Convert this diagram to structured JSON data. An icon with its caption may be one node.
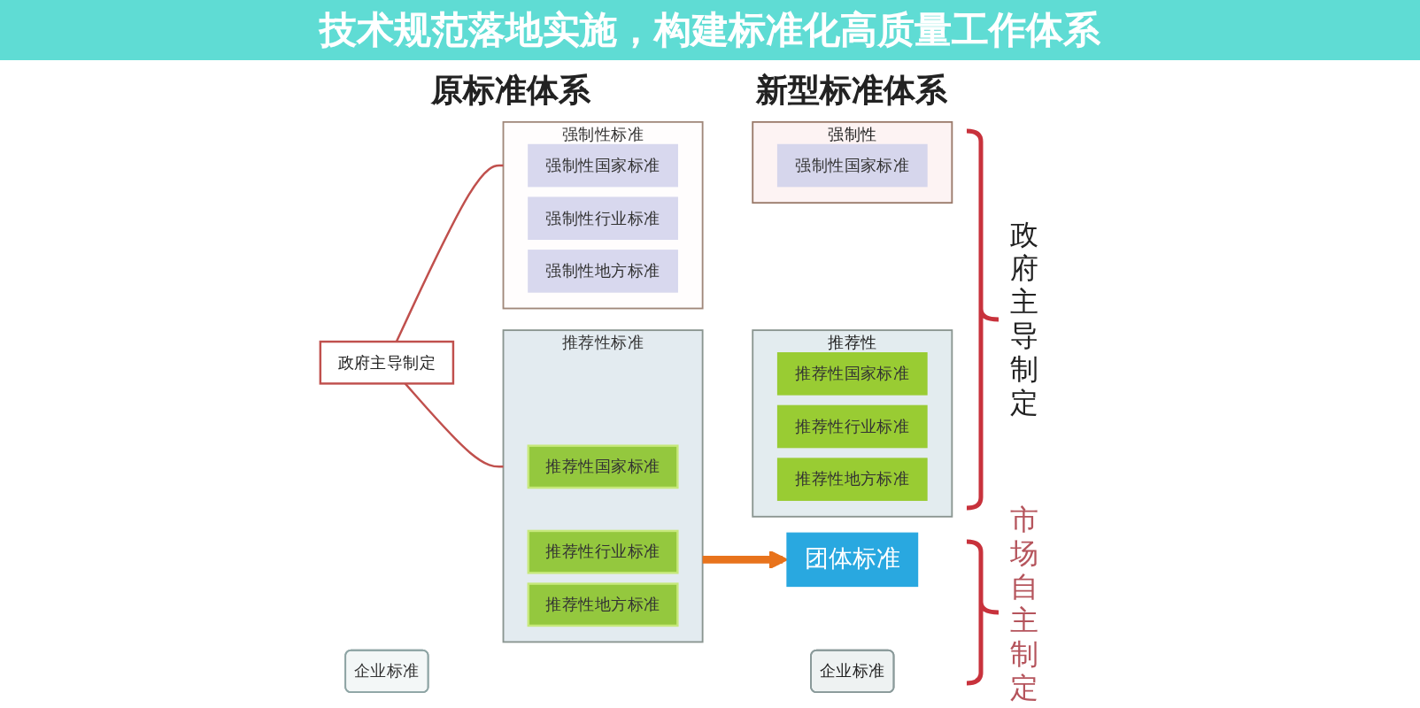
{
  "diagram": {
    "title": "技术规范落地实施，构建标准化高质量工作体系",
    "nodes": [
      {
        "text": [
          "政府主导制定"
        ]
      },
      {
        "text": [
          "强制性标准"
        ]
      },
      {
        "text": [
          "强制性国家标准"
        ],
        "in": 1
      },
      {
        "text": [
          "强制性行业标准"
        ],
        "in": 1
      },
      {
        "text": [
          "强制性地方标准"
        ],
        "in": 1
      },
      {
        "text": [
          "推荐性标准"
        ]
      },
      {
        "text": [
          "推荐性国家标准"
        ],
        "in": 5
      },
      {
        "text": [
          "推荐性行业标准"
        ],
        "in": 5
      },
      {
        "text": [
          "推荐性地方标准"
        ],
        "in": 5
      },
      {
        "text": [
          "企业标准"
        ]
      },
      {
        "text": [
          "强制性"
        ]
      },
      {
        "text": [
          "强制性国家标准"
        ],
        "in": 10
      },
      {
        "text": [
          "推荐性"
        ]
      },
      {
        "text": [
          "推荐性国家标准"
        ],
        "in": 12
      },
      {
        "text": [
          "推荐性行业标准"
        ],
        "in": 12
      },
      {
        "text": [
          "推荐性地方标准"
        ],
        "in": 12
      },
      {
        "text": [
          "团体标准"
        ]
      },
      {
        "text": [
          "企业标准"
        ]
      }
    ],
    "edges": [
      {
        "from": 0,
        "to": 1,
        "arrow": "none",
        "color": "#c0504d"
      },
      {
        "from": 0,
        "to": 5,
        "arrow": "none",
        "color": "#c0504d"
      },
      {
        "from": 5,
        "to": 16,
        "arrow": "to",
        "style": "thick",
        "color": "#e8731c"
      }
    ],
    "labels": [
      "原标准体系",
      "新型标准体系",
      "政府主导制定",
      "市场自主制定"
    ]
  }
}
